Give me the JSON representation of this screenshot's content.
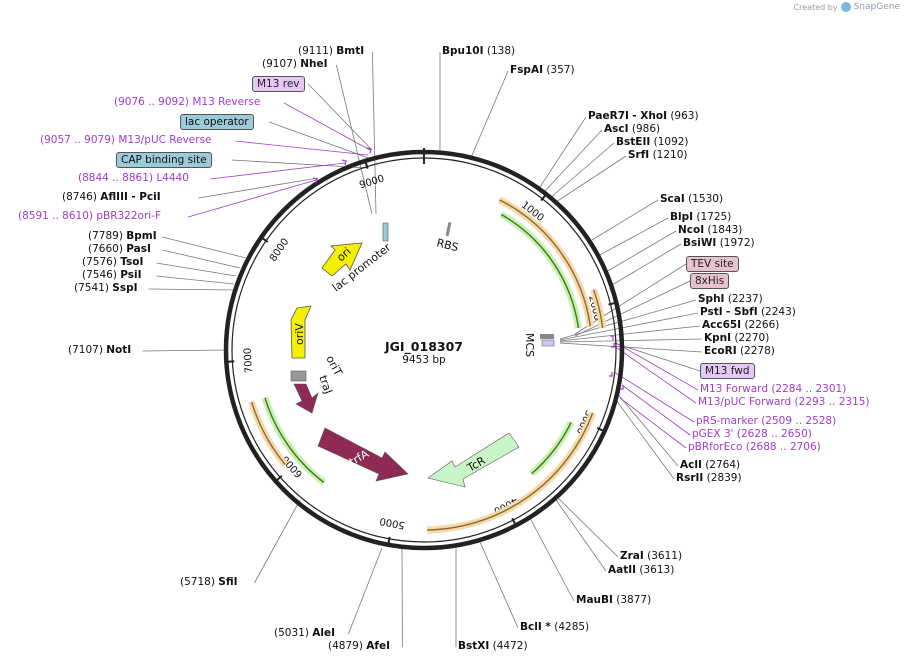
{
  "brand": {
    "prefix": "Created by",
    "name": "SnapGene"
  },
  "plasmid": {
    "name": "JGI_018307",
    "length": "9453 bp"
  },
  "ticks": [
    "1000",
    "2000",
    "3000",
    "4000",
    "5000",
    "6000",
    "7000",
    "8000",
    "9000"
  ],
  "site_labels": [
    {
      "id": "bmti",
      "name": "BmtI",
      "pos": "(9111)",
      "side": "left"
    },
    {
      "id": "nhei",
      "name": "NheI",
      "pos": "(9107)",
      "side": "left"
    },
    {
      "id": "afliii",
      "name": "AflIII",
      "extra": "- PciI",
      "pos": "(8746)",
      "side": "left"
    },
    {
      "id": "bpmi",
      "name": "BpmI",
      "pos": "(7789)",
      "side": "left"
    },
    {
      "id": "pasi",
      "name": "PasI",
      "pos": "(7660)",
      "side": "left"
    },
    {
      "id": "tsoi",
      "name": "TsoI",
      "pos": "(7576)",
      "side": "left"
    },
    {
      "id": "psii",
      "name": "PsiI",
      "pos": "(7546)",
      "side": "left"
    },
    {
      "id": "sspi",
      "name": "SspI",
      "pos": "(7541)",
      "side": "left"
    },
    {
      "id": "noti",
      "name": "NotI",
      "pos": "(7107)",
      "side": "left"
    },
    {
      "id": "sfii",
      "name": "SfiI",
      "pos": "(5718)",
      "side": "left"
    },
    {
      "id": "alei",
      "name": "AleI",
      "pos": "(5031)",
      "side": "left"
    },
    {
      "id": "afei",
      "name": "AfeI",
      "pos": "(4879)",
      "side": "left"
    },
    {
      "id": "bstxi",
      "name": "BstXI",
      "pos": "(4472)",
      "side": "right"
    },
    {
      "id": "bcli",
      "name": "BclI *",
      "pos": "(4285)",
      "side": "right"
    },
    {
      "id": "maubi",
      "name": "MauBI",
      "pos": "(3877)",
      "side": "right"
    },
    {
      "id": "aatii",
      "name": "AatII",
      "pos": "(3613)",
      "side": "right"
    },
    {
      "id": "zrai",
      "name": "ZraI",
      "pos": "(3611)",
      "side": "right"
    },
    {
      "id": "rsrii",
      "name": "RsrII",
      "pos": "(2839)",
      "side": "right"
    },
    {
      "id": "acli",
      "name": "AclI",
      "pos": "(2764)",
      "side": "right"
    },
    {
      "id": "ecori",
      "name": "EcoRI",
      "pos": "(2278)",
      "side": "right"
    },
    {
      "id": "kpni",
      "name": "KpnI",
      "pos": "(2270)",
      "side": "right"
    },
    {
      "id": "acc65i",
      "name": "Acc65I",
      "pos": "(2266)",
      "side": "right"
    },
    {
      "id": "psti",
      "name": "PstI",
      "extra": "- SbfI",
      "pos": "(2243)",
      "side": "right"
    },
    {
      "id": "sphi",
      "name": "SphI",
      "pos": "(2237)",
      "side": "right"
    },
    {
      "id": "bsiwi",
      "name": "BsiWI",
      "pos": "(1972)",
      "side": "right"
    },
    {
      "id": "ncoi",
      "name": "NcoI",
      "pos": "(1843)",
      "side": "right"
    },
    {
      "id": "blpi",
      "name": "BlpI",
      "pos": "(1725)",
      "side": "right"
    },
    {
      "id": "scai",
      "name": "ScaI",
      "pos": "(1530)",
      "side": "right"
    },
    {
      "id": "srfi",
      "name": "SrfI",
      "pos": "(1210)",
      "side": "right"
    },
    {
      "id": "bsteii",
      "name": "BstEII",
      "pos": "(1092)",
      "side": "right"
    },
    {
      "id": "asci",
      "name": "AscI",
      "pos": "(986)",
      "side": "right"
    },
    {
      "id": "paer7i",
      "name": "PaeR7I",
      "extra": "- XhoI",
      "pos": "(963)",
      "side": "right"
    },
    {
      "id": "fspai",
      "name": "FspAI",
      "pos": "(357)",
      "side": "right"
    },
    {
      "id": "bpu10i",
      "name": "Bpu10I",
      "pos": "(138)",
      "side": "right"
    }
  ],
  "primer_labels": [
    {
      "id": "m13rev",
      "text": "(9076 .. 9092)  M13 Reverse"
    },
    {
      "id": "m13puc_rev",
      "text": "(9057 .. 9079)  M13/pUC Reverse"
    },
    {
      "id": "l4440",
      "text": "(8844 .. 8861)  L4440"
    },
    {
      "id": "pbr322ori",
      "text": "(8591 .. 8610)  pBR322ori-F"
    },
    {
      "id": "m13fwd_p",
      "text": "M13 Forward    (2284 .. 2301)"
    },
    {
      "id": "m13puc_fwd",
      "text": "M13/pUC Forward    (2293 .. 2315)"
    },
    {
      "id": "prs",
      "text": "pRS-marker    (2509 .. 2528)"
    },
    {
      "id": "pgex",
      "text": "pGEX 3'    (2628 .. 2650)"
    },
    {
      "id": "pbrforeco",
      "text": "pBRforEco    (2688 .. 2706)"
    }
  ],
  "boxed_labels": [
    {
      "id": "m13rev_box",
      "text": "M13 rev",
      "style": "purple"
    },
    {
      "id": "lacop_box",
      "text": "lac operator",
      "style": "teal"
    },
    {
      "id": "cap_box",
      "text": "CAP binding site",
      "style": "teal"
    },
    {
      "id": "tev_box",
      "text": "TEV site",
      "style": "pink"
    },
    {
      "id": "his_box",
      "text": "8xHis",
      "style": "pink"
    },
    {
      "id": "m13fwd_box",
      "text": "M13 fwd",
      "style": "purple"
    }
  ],
  "features": {
    "ori": "ori",
    "lac_promoter": "lac promoter",
    "rbs": "RBS",
    "mcs": "MCS",
    "oriV": "oriV",
    "oriT": "oriT",
    "traJ": "traJ",
    "trfA": "trfA",
    "tcR": "TcR"
  },
  "colors": {
    "ori": "#f4f000",
    "oriV": "#f4f000",
    "traJ": "#8e2a55",
    "trfA": "#8e2a55",
    "tcR": "#c8f5c8",
    "oriT": "#999999",
    "orf_orange": "#e39a3a",
    "orf_green": "#7bcf3a",
    "primer": "#a23ad0"
  }
}
